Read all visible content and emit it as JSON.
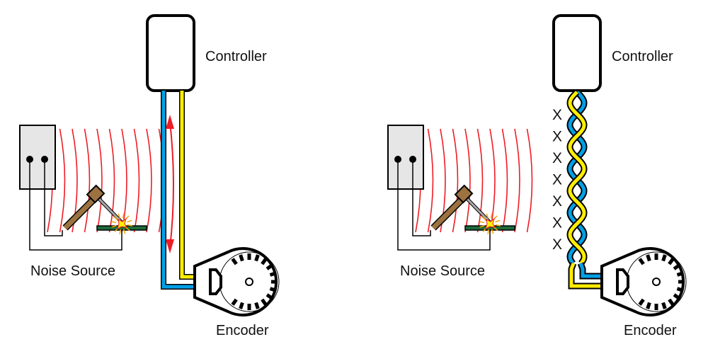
{
  "left_panel": {
    "controller_label": "Controller",
    "noise_source_label": "Noise Source",
    "encoder_label": "Encoder"
  },
  "right_panel": {
    "controller_label": "Controller",
    "noise_source_label": "Noise Source",
    "encoder_label": "Encoder",
    "twist_marks": [
      "X",
      "X",
      "X",
      "X",
      "X",
      "X",
      "X"
    ]
  },
  "colors": {
    "wire_blue": "#00a0e6",
    "wire_yellow": "#ffed00",
    "noise_red": "#ee1c25",
    "rod_brown": "#9b7240",
    "plate_green": "#1e6b3a",
    "box_grey": "#e6e6e6"
  }
}
